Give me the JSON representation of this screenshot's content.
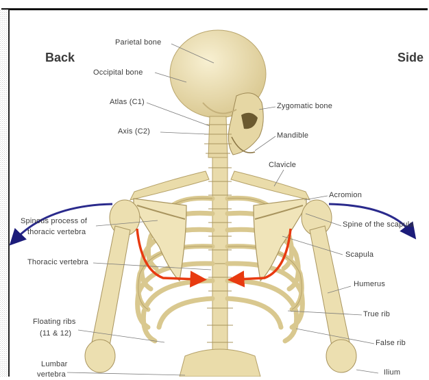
{
  "headings": {
    "back": "Back",
    "side": "Side"
  },
  "labels": {
    "parietal": "Parietal bone",
    "occipital": "Occipital bone",
    "atlas": "Atlas (C1)",
    "axis": "Axis (C2)",
    "zygomatic": "Zygomatic bone",
    "mandible": "Mandible",
    "clavicle": "Clavicle",
    "acromion": "Acromion",
    "spinous_1": "Spinous process of",
    "spinous_2": "thoracic vertebra",
    "spine_scapula": "Spine of the scapula",
    "thoracic": "Thoracic vertebra",
    "scapula": "Scapula",
    "humerus": "Humerus",
    "true_rib": "True rib",
    "floating_1": "Floating ribs",
    "floating_2": "(11 & 12)",
    "false_rib": "False rib",
    "lumbar_1": "Lumbar",
    "lumbar_2": "vertebra",
    "ilium": "Ilium"
  },
  "colors": {
    "bone": "#efe3b8",
    "bone_dark": "#c9b47a",
    "bone_shade": "#d8c58c",
    "blue_arrow": "#2a2a8c",
    "red_arrow": "#e83a10",
    "line": "#8a8a8a",
    "dither": "#d8d8d8"
  }
}
